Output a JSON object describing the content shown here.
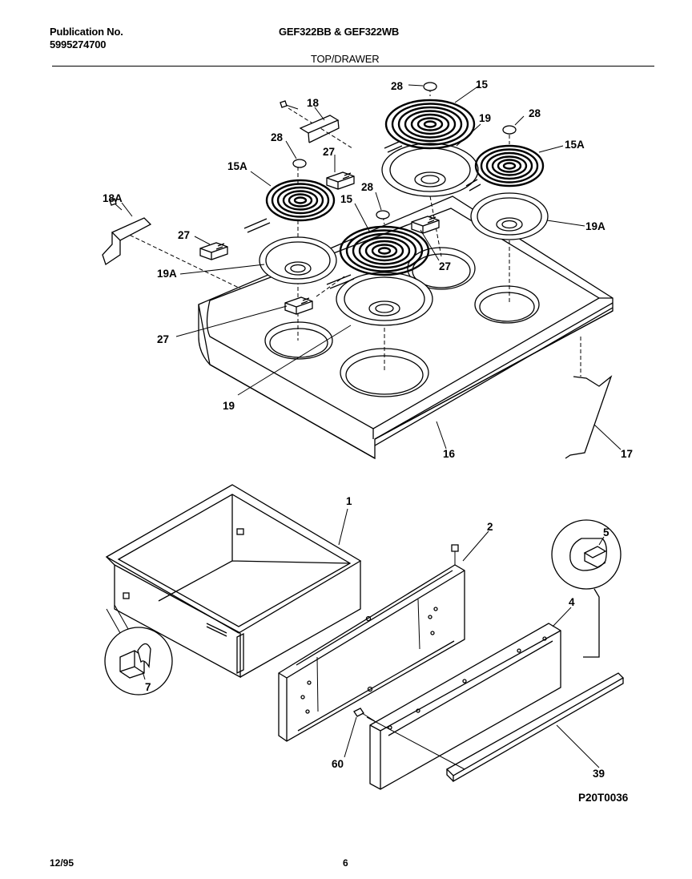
{
  "header": {
    "publication_label": "Publication No.",
    "publication_number": "5995274700",
    "models": "GEF322BB & GEF322WB",
    "section": "TOP/DRAWER"
  },
  "footer": {
    "date": "12/95",
    "page": "6"
  },
  "diagram": {
    "figure_code": "P20T0036",
    "callouts": {
      "c28a": "28",
      "c15a": "15",
      "c18": "18",
      "c19a": "19",
      "c28b": "28",
      "c28c": "28",
      "c27a": "27",
      "c15Aa": "15A",
      "c15Ab": "15A",
      "c28d": "28",
      "c18A": "18A",
      "c15b": "15",
      "c27b": "27",
      "c19Aa": "19A",
      "c27c": "27",
      "c19Ab": "19A",
      "c27d": "27",
      "c19b": "19",
      "c16": "16",
      "c17": "17",
      "c1": "1",
      "c2": "2",
      "c5": "5",
      "c4": "4",
      "c7": "7",
      "c60": "60",
      "c39": "39"
    }
  }
}
